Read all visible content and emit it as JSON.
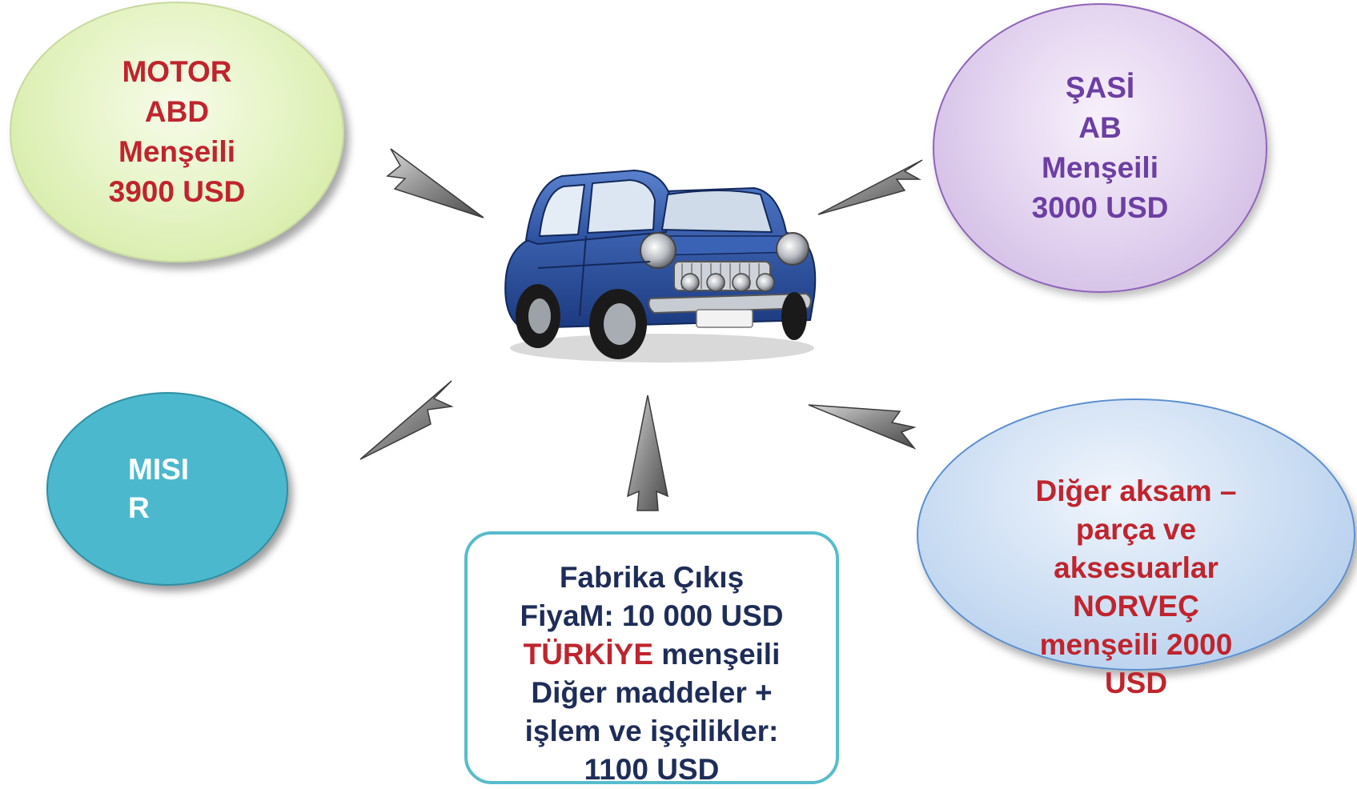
{
  "motor": {
    "lines": [
      "MOTOR",
      "ABD",
      "Menşeili",
      "3900 USD"
    ],
    "color": "#c0242d"
  },
  "sasi": {
    "lines": [
      "ŞASİ",
      "AB",
      "Menşeili",
      "3000 USD"
    ],
    "color": "#6c3fa3"
  },
  "misir": {
    "lines": [
      "MISI",
      "R"
    ],
    "color": "#ffffff"
  },
  "diger": {
    "lines": [
      "Diğer aksam –",
      "parça  ve",
      "aksesuarlar",
      "NORVEÇ",
      "menşeili  2000",
      "USD"
    ],
    "color": "#c0242d"
  },
  "fabrika": {
    "line1": "Fabrika Çıkış",
    "line2": "FiyaM: 10  000 USD",
    "line3_red": "TÜRKİYE",
    "line3_rest": " menşeili",
    "line4": "Diğer maddeler +",
    "line5": "işlem  ve işçilikler:",
    "line6": "1100 USD"
  },
  "car": {
    "icon": "car-icon",
    "body_color": "#2b4f9e"
  }
}
